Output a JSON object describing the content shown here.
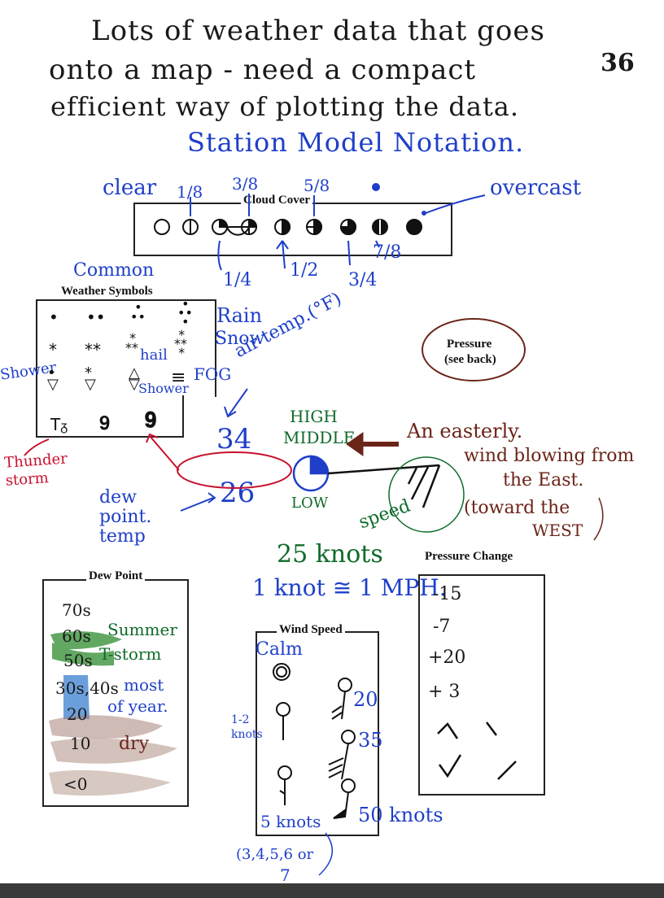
{
  "title_lines": [
    "Lots of weather data that goes",
    "onto a map - need a compact",
    "efficient way of plotting the data."
  ],
  "page_number": "36",
  "subtitle": "Station Model Notation.",
  "cloud_cover": {
    "heading": "Cloud Cover",
    "label_clear": "clear",
    "label_overcast": "overcast",
    "top_fractions": [
      "1/8",
      "3/8",
      "5/8"
    ],
    "bottom_fractions": [
      "1/4",
      "1/2",
      "3/4",
      "7/8"
    ]
  },
  "weather_symbols": {
    "heading": "Weather Symbols",
    "note_common": "Common",
    "labels": {
      "rain": "Rain",
      "snow": "Snow",
      "shower": "Shower",
      "hail": "hail",
      "hail_shower": "Shower",
      "fog": "FOG",
      "thunderstorm": "Thunder storm"
    }
  },
  "pressure_circle": {
    "line1": "Pressure",
    "line2": "(see back)"
  },
  "station_model": {
    "air_temp_label": "air temp.(°F)",
    "air_temp": "34",
    "dew_point_label": "dew point. temp",
    "dew_point": "26",
    "cloud_high": "HIGH",
    "cloud_middle": "MIDDLE",
    "cloud_low": "LOW",
    "wind_note_1": "An easterly.",
    "wind_note_2": "wind blowing from",
    "wind_note_3": "the East.",
    "wind_note_4": "(toward the",
    "wind_note_5": "WEST",
    "speed_label": "speed",
    "wind_speed": "25 knots",
    "knot_equiv": "1 knot ≅ 1 MPH."
  },
  "dew_point_box": {
    "heading": "Dew Point",
    "rows": [
      "70s",
      "60s",
      "50s",
      "30s,40s",
      "20",
      "10",
      "<0"
    ],
    "notes": {
      "summer": "Summer",
      "tstorm": "T-storm",
      "most": "most",
      "of_year": "of year.",
      "dry": "dry"
    }
  },
  "wind_speed_box": {
    "heading": "Wind Speed",
    "calm": "Calm",
    "one_two": "1-2 knots",
    "five": "5 knots",
    "twenty": "20",
    "thirtyfive": "35",
    "fifty": "50 knots",
    "note_line1": "(3,4,5,6 or",
    "note_line2": "7"
  },
  "pressure_change": {
    "heading": "Pressure Change",
    "values": [
      "-15",
      "-7",
      "+20",
      "+ 3"
    ]
  },
  "colors": {
    "ink_blue": "#1f3fc9",
    "ink_red": "#c8102e",
    "ink_green": "#0f6b2a",
    "ink_brown": "#6b2418",
    "highlight_green": "#2e8b2e",
    "highlight_blue": "#3a7fd0",
    "highlight_brown": "#8b5a4a"
  }
}
